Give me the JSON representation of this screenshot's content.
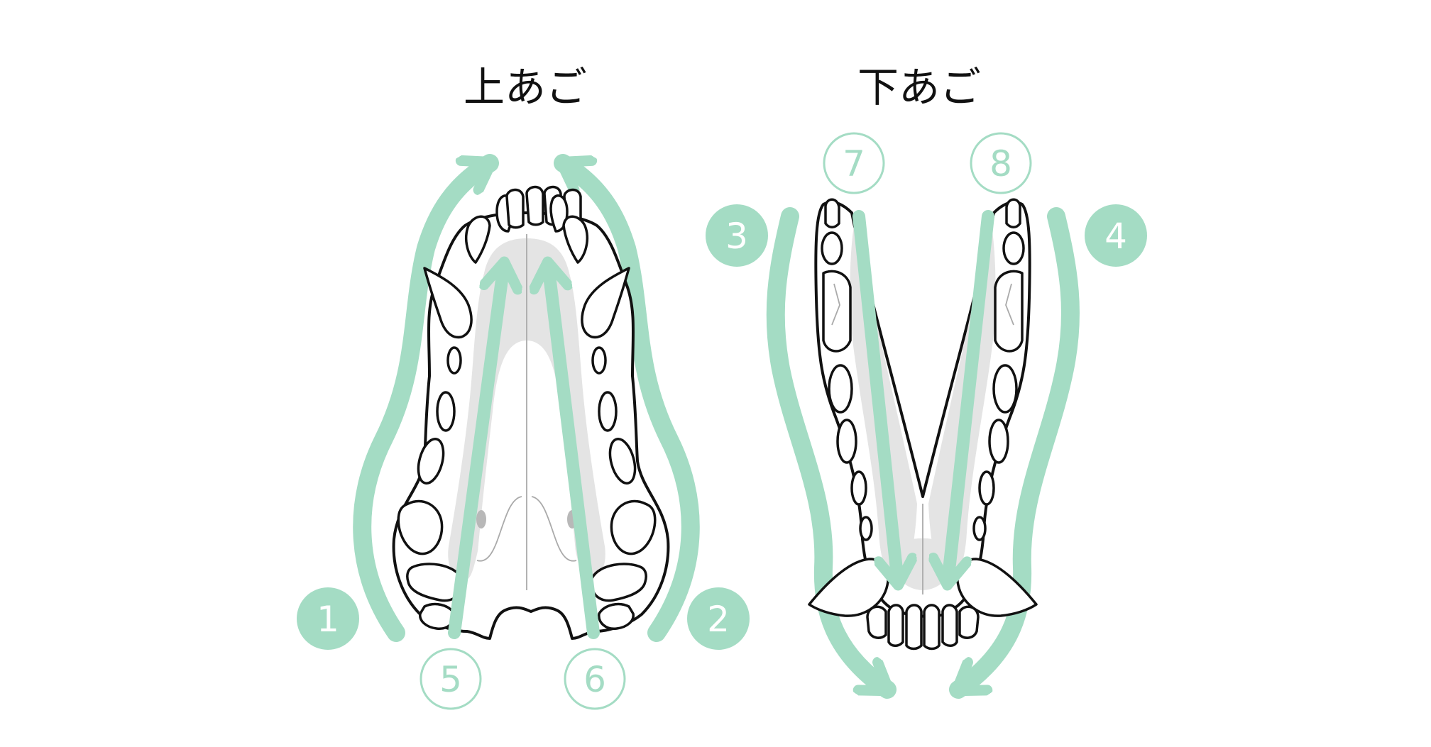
{
  "titles": {
    "upper": "上あご",
    "lower": "下あご"
  },
  "steps": [
    "1",
    "2",
    "3",
    "4",
    "5",
    "6",
    "7",
    "8"
  ],
  "colors": {
    "accent": "#a4dcc4",
    "outline": "#111111",
    "palate": "#e4e4e4"
  }
}
